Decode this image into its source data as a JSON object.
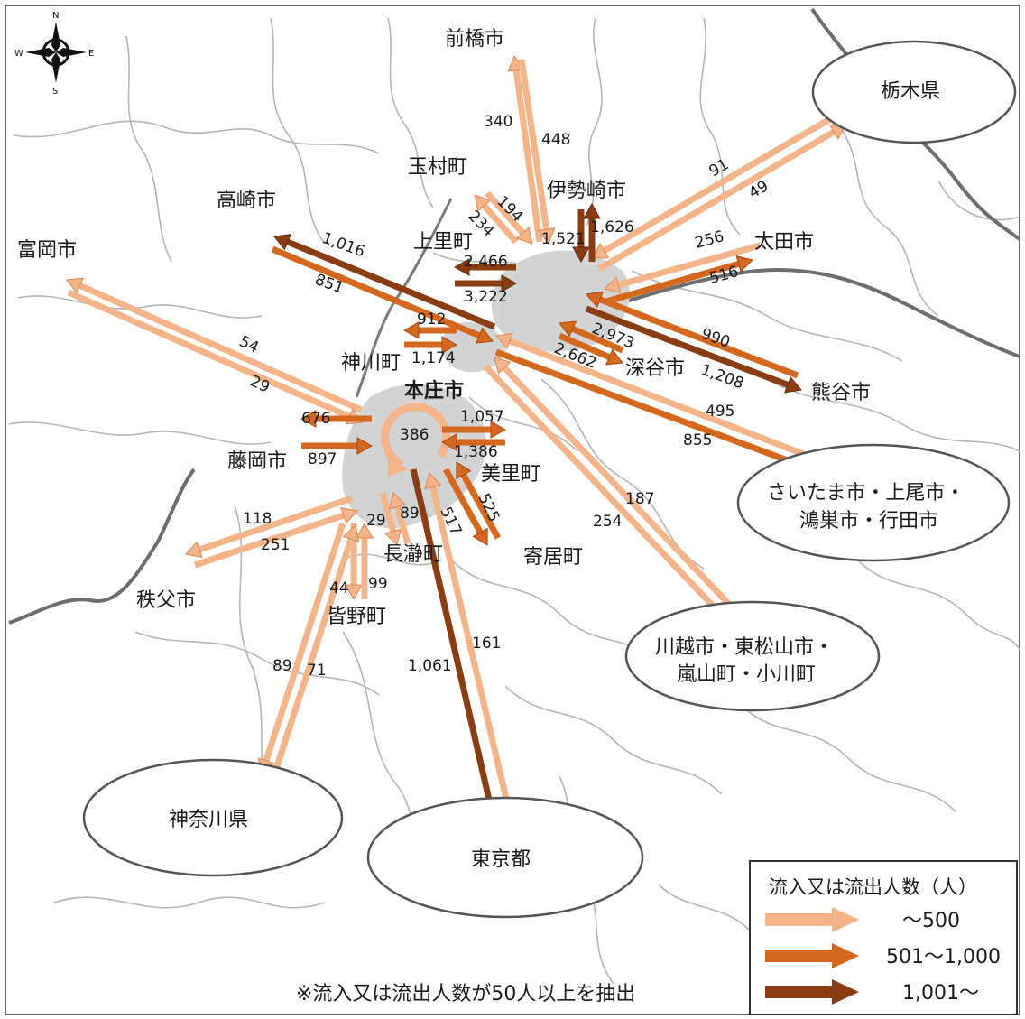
{
  "compass": {
    "n": "N",
    "s": "S",
    "e": "E",
    "w": "W"
  },
  "colors": {
    "low": "#f3b48a",
    "mid": "#d5681f",
    "high": "#8a3d12",
    "core": "#d3d3d3",
    "stroke_low": "#d98a55",
    "stroke_mid": "#a8480f",
    "stroke_high": "#5e2a0b"
  },
  "legend": {
    "title": "流入又は流出人数（人）",
    "items": [
      {
        "label": "～500",
        "level": "low"
      },
      {
        "label": "501～1,000",
        "level": "mid"
      },
      {
        "label": "1,001～",
        "level": "high"
      }
    ]
  },
  "note": "※流入又は流出人数が50人以上を抽出",
  "places": {
    "maebashi": "前橋市",
    "tochigi": "栃木県",
    "tamamura": "玉村町",
    "isesaki": "伊勢崎市",
    "takasaki": "高崎市",
    "kamisato": "上里町",
    "ota": "太田市",
    "tomioka": "富岡市",
    "kamikawa": "神川町",
    "fukaya": "深谷市",
    "kumagaya": "熊谷市",
    "honjo": "本庄市",
    "fujioka": "藤岡市",
    "misato": "美里町",
    "saitama_1": "さいたま市・上尾市・",
    "saitama_2": "鴻巣市・行田市",
    "chichibu": "秩父市",
    "nagatoro": "長瀞町",
    "yorii": "寄居町",
    "minano": "皆野町",
    "kawagoe_1": "川越市・東松山市・",
    "kawagoe_2": "嵐山町・小川町",
    "kanagawa": "神奈川県",
    "tokyo": "東京都"
  },
  "flows": {
    "maebashi_in": "340",
    "maebashi_out": "448",
    "tochigi_out": "91",
    "tochigi_in": "49",
    "tamamura_a": "194",
    "tamamura_b": "234",
    "isesaki_in": "1,521",
    "isesaki_out": "1,626",
    "takasaki_out": "1,016",
    "takasaki_in": "851",
    "kamisato_out": "2,466",
    "kamisato_in": "3,222",
    "ota_in": "256",
    "ota_out": "516",
    "tomioka_in": "54",
    "tomioka_out": "29",
    "kamikawa_out": "912",
    "kamikawa_in": "1,174",
    "fukaya_out": "2,973",
    "fukaya_in": "2,662",
    "kumagaya_out": "990",
    "kumagaya_in": "1,208",
    "saitama_in": "495",
    "saitama_out": "855",
    "honjo_internal": "386",
    "fujioka_out": "676",
    "fujioka_in": "897",
    "misato_out": "1,057",
    "misato_in": "1,386",
    "chichibu_in": "118",
    "chichibu_out": "251",
    "nagatoro_a": "29",
    "nagatoro_b": "89",
    "yorii_a": "517",
    "yorii_b": "525",
    "kawagoe_out": "187",
    "kawagoe_in": "254",
    "minano_a": "44",
    "minano_b": "99",
    "kanagawa_a": "89",
    "kanagawa_b": "71",
    "tokyo_in": "161",
    "tokyo_out": "1,061"
  }
}
